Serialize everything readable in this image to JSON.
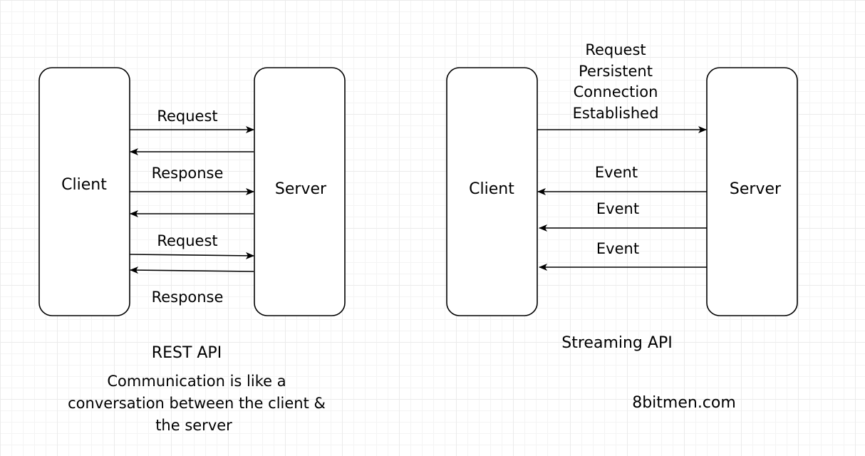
{
  "rest": {
    "client_label": "Client",
    "server_label": "Server",
    "arrow_labels": [
      "Request",
      "Response",
      "Request",
      "Response"
    ],
    "title": "REST API",
    "caption_lines": [
      "Communication is like a",
      "conversation between the client &",
      "the server"
    ]
  },
  "streaming": {
    "client_label": "Client",
    "server_label": "Server",
    "request_lines": [
      "Request",
      "Persistent",
      "Connection",
      "Established"
    ],
    "event_labels": [
      "Event",
      "Event",
      "Event"
    ],
    "title": "Streaming API"
  },
  "credit": "8bitmen.com"
}
